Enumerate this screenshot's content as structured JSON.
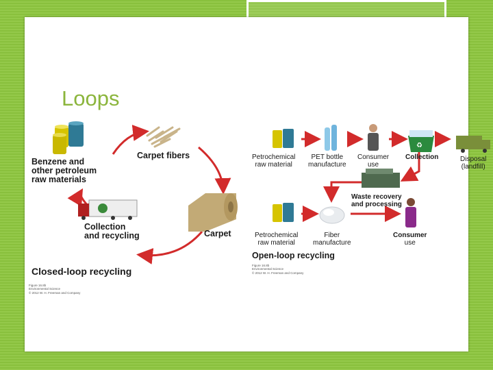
{
  "slide": {
    "title": "Loops"
  },
  "closed_loop": {
    "raw": [
      "Benzene and",
      "other petroleum",
      "raw materials"
    ],
    "fibers": "Carpet fibers",
    "carpet": "Carpet",
    "collection": [
      "Collection",
      "and recycling"
    ],
    "title": "Closed-loop recycling",
    "credit": [
      "Figure 16.8b",
      "Environmental Science",
      "© 2012 W. H. Freeman and Company"
    ]
  },
  "open_loop": {
    "petro1": [
      "Petrochemical",
      "raw material"
    ],
    "pet": [
      "PET bottle",
      "manufacture"
    ],
    "consumer1": [
      "Consumer",
      "use"
    ],
    "collection": "Collection",
    "disposal": [
      "Disposal",
      "(landfill)"
    ],
    "waste": [
      "Waste recovery",
      "and processing"
    ],
    "petro2": [
      "Petrochemical",
      "raw material"
    ],
    "fiber": [
      "Fiber",
      "manufacture"
    ],
    "consumer2": [
      "Consumer",
      "use"
    ],
    "title": "Open-loop recycling",
    "credit": [
      "Figure 16.8b",
      "Environmental Science",
      "© 2012 W. H. Freeman and Company"
    ]
  },
  "colors": {
    "arrow": "#d22b2b",
    "accent": "#8bb53c",
    "background": "#8dc63f"
  }
}
